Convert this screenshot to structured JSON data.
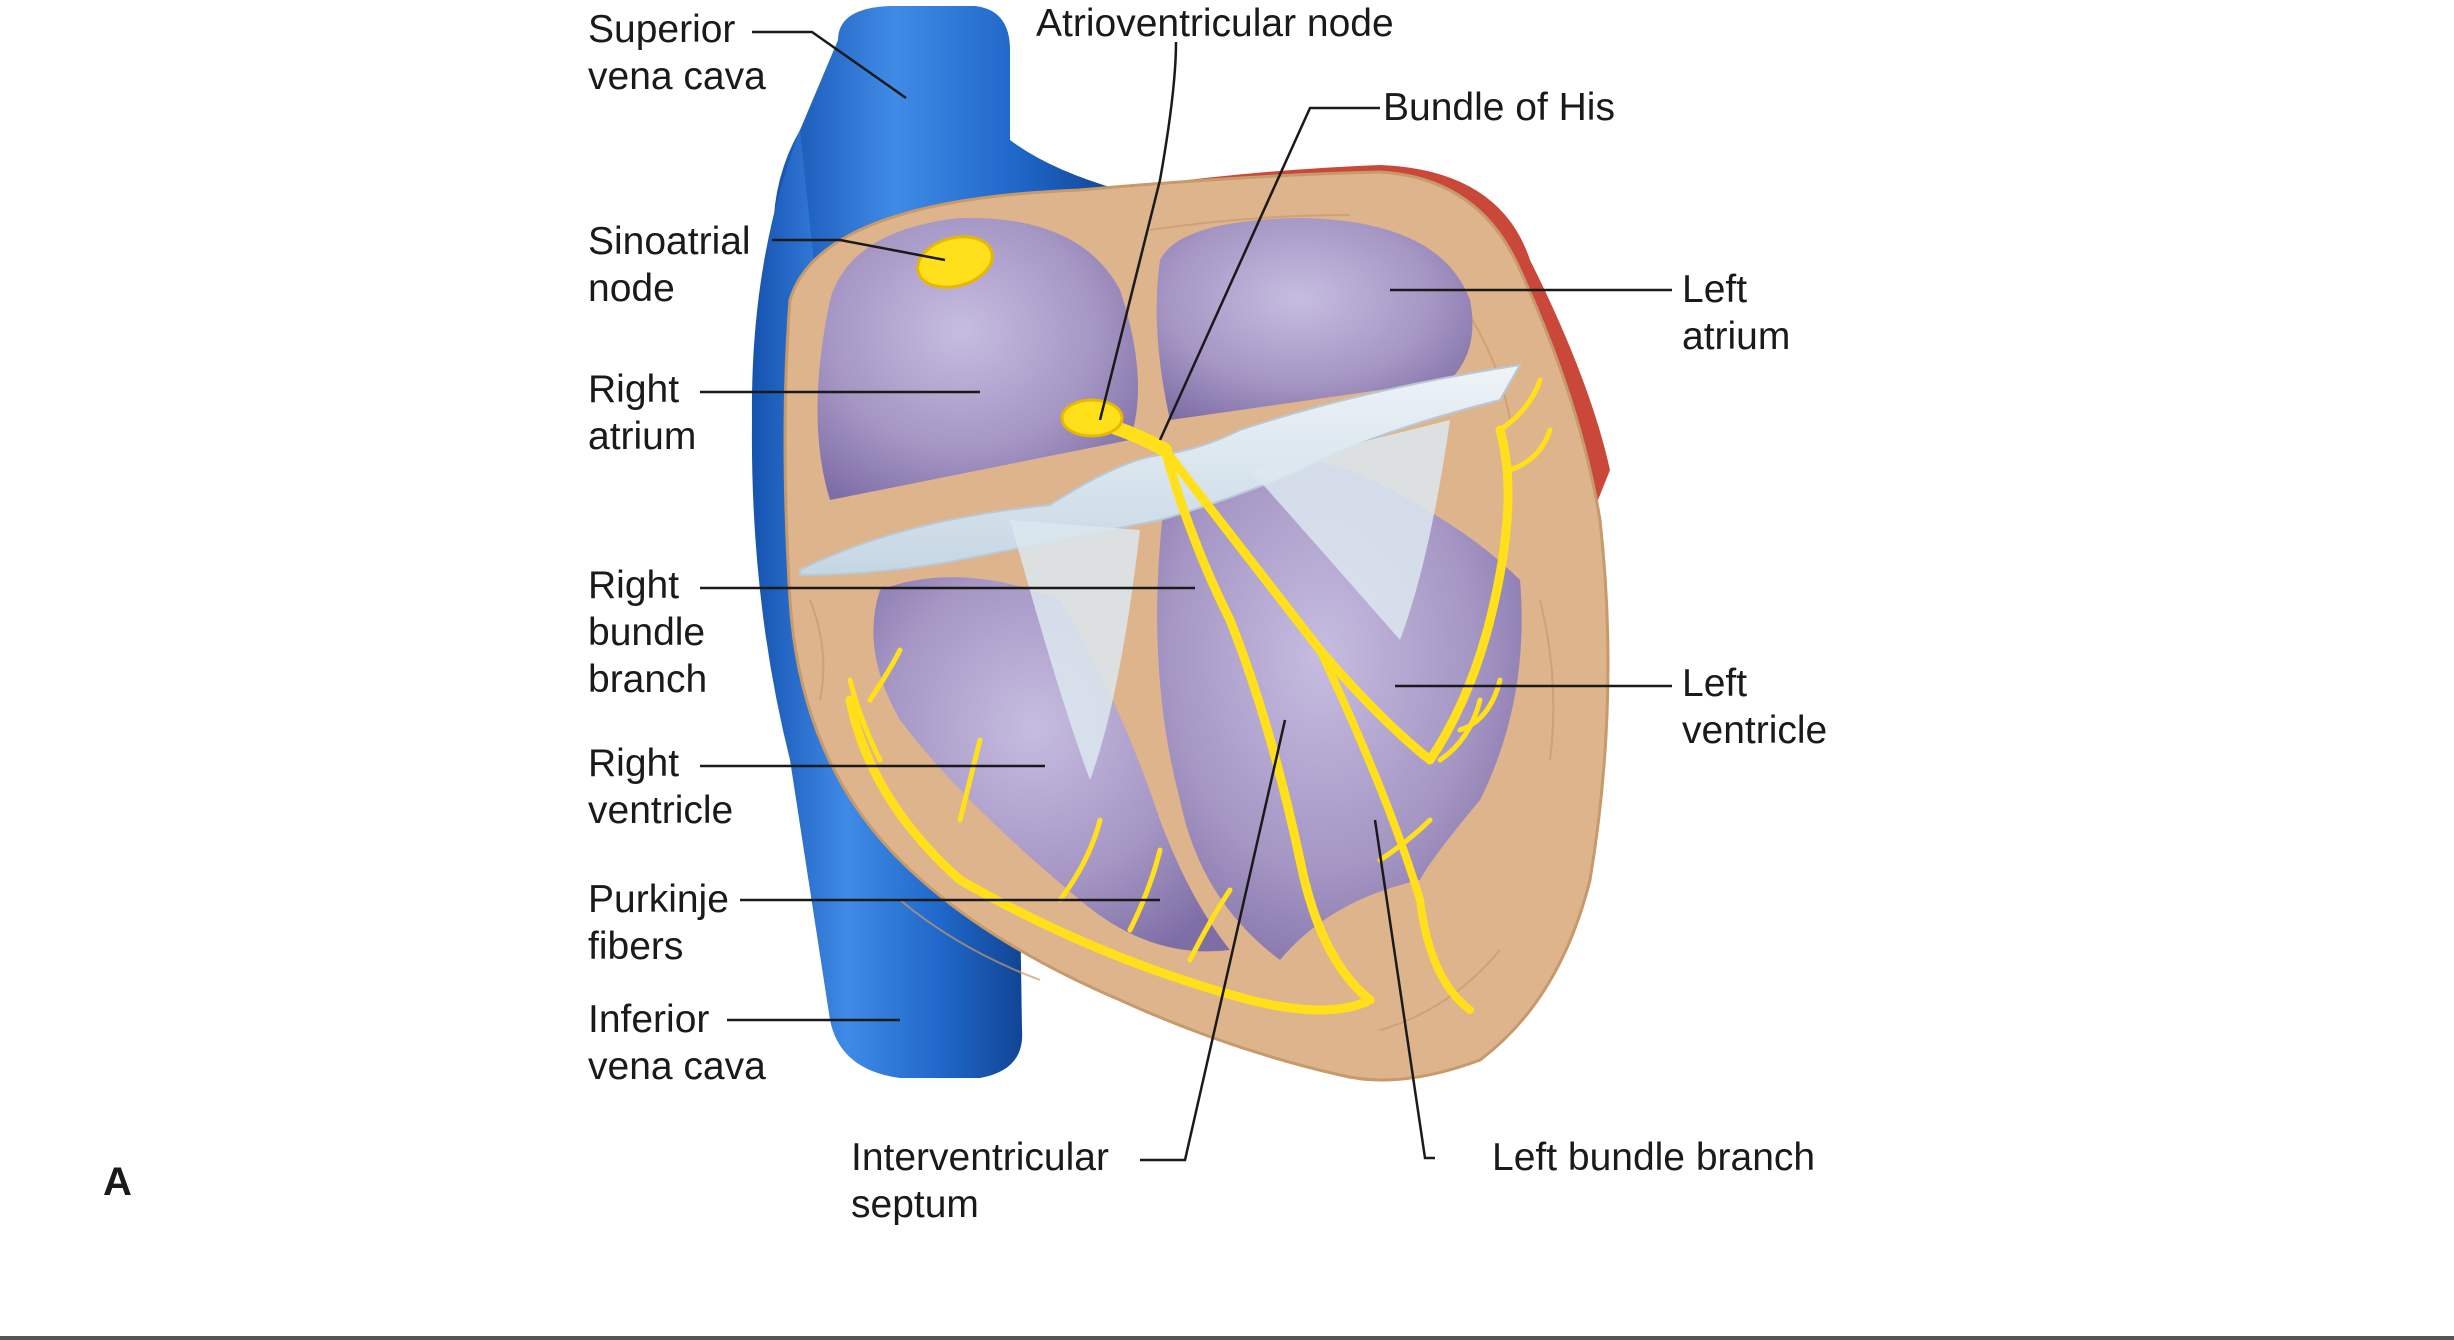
{
  "labels": {
    "superior_vena_cava": "Superior\nvena cava",
    "sinoatrial_node": "Sinoatrial\nnode",
    "right_atrium": "Right\natrium",
    "right_bundle_branch": "Right\nbundle\nbranch",
    "right_ventricle": "Right\nventricle",
    "purkinje_fibers": "Purkinje\nfibers",
    "inferior_vena_cava": "Inferior\nvena cava",
    "atrioventricular_node": "Atrioventricular node",
    "bundle_of_his": "Bundle of His",
    "left_atrium": "Left\natrium",
    "left_ventricle": "Left\nventricle",
    "interventricular_septum": "Interventricular\nseptum",
    "left_bundle_branch": "Left bundle branch"
  },
  "panel_letter": "A",
  "colors": {
    "vena_cava": "#1f67c9",
    "myocardium": "#deb48c",
    "chamber": "#a596c4",
    "valve": "#d7e4ee",
    "conduction": "#ffe01a",
    "epicardium": "#c9483a"
  }
}
